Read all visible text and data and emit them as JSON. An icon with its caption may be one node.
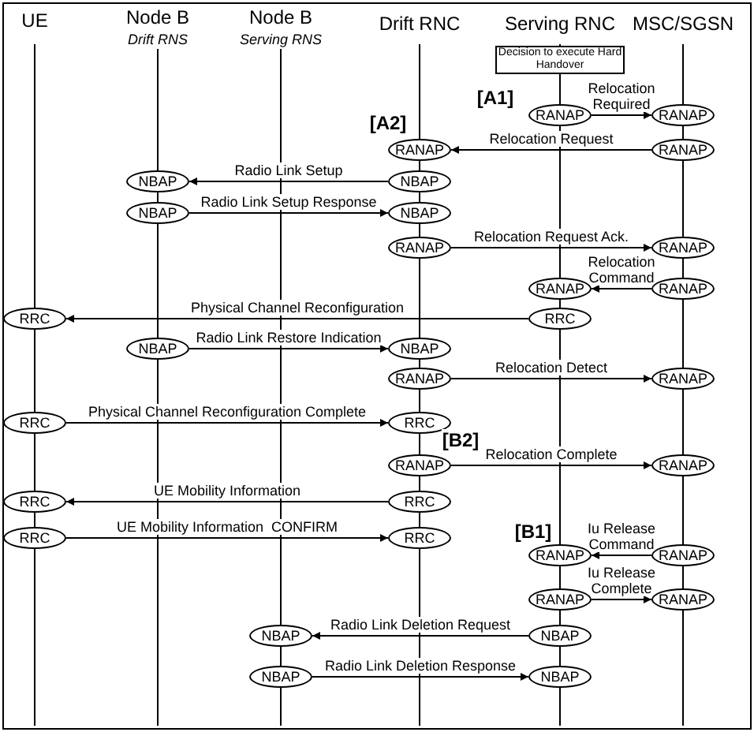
{
  "diagram": {
    "nodes": [
      {
        "text": [
          "Decision to execute Hard Handover"
        ]
      },
      {
        "text": [
          "RANAP"
        ]
      },
      {
        "text": [
          "RANAP"
        ]
      },
      {
        "text": [
          "RANAP"
        ]
      },
      {
        "text": [
          "RANAP"
        ]
      },
      {
        "text": [
          "NBAP"
        ]
      },
      {
        "text": [
          "NBAP"
        ]
      },
      {
        "text": [
          "NBAP"
        ]
      },
      {
        "text": [
          "NBAP"
        ]
      },
      {
        "text": [
          "RANAP"
        ]
      },
      {
        "text": [
          "RANAP"
        ]
      },
      {
        "text": [
          "RANAP"
        ]
      },
      {
        "text": [
          "RANAP"
        ]
      },
      {
        "text": [
          "RRC"
        ]
      },
      {
        "text": [
          "RRC"
        ]
      },
      {
        "text": [
          "NBAP"
        ]
      },
      {
        "text": [
          "NBAP"
        ]
      },
      {
        "text": [
          "RANAP"
        ]
      },
      {
        "text": [
          "RANAP"
        ]
      },
      {
        "text": [
          "RRC"
        ]
      },
      {
        "text": [
          "RRC"
        ]
      },
      {
        "text": [
          "RANAP"
        ]
      },
      {
        "text": [
          "RANAP"
        ]
      },
      {
        "text": [
          "RRC"
        ]
      },
      {
        "text": [
          "RRC"
        ]
      },
      {
        "text": [
          "RRC"
        ]
      },
      {
        "text": [
          "RRC"
        ]
      },
      {
        "text": [
          "RANAP"
        ]
      },
      {
        "text": [
          "RANAP"
        ]
      },
      {
        "text": [
          "RANAP"
        ]
      },
      {
        "text": [
          "RANAP"
        ]
      },
      {
        "text": [
          "NBAP"
        ]
      },
      {
        "text": [
          "NBAP"
        ]
      },
      {
        "text": [
          "NBAP"
        ]
      },
      {
        "text": [
          "NBAP"
        ]
      }
    ],
    "edges": [
      {
        "from": 1,
        "to": 2,
        "arrow": "to",
        "label": "Relocation Required"
      },
      {
        "from": 4,
        "to": 3,
        "arrow": "to",
        "label": "Relocation Request"
      },
      {
        "from": 6,
        "to": 5,
        "arrow": "to",
        "label": "Radio Link Setup"
      },
      {
        "from": 7,
        "to": 8,
        "arrow": "to",
        "label": "Radio Link Setup Response"
      },
      {
        "from": 9,
        "to": 10,
        "arrow": "to",
        "label": "Relocation Request Ack."
      },
      {
        "from": 12,
        "to": 11,
        "arrow": "to",
        "label": "Relocation Command"
      },
      {
        "from": 14,
        "to": 13,
        "arrow": "to",
        "label": "Physical Channel Reconfiguration"
      },
      {
        "from": 15,
        "to": 16,
        "arrow": "to",
        "label": "Radio Link Restore Indication"
      },
      {
        "from": 17,
        "to": 18,
        "arrow": "to",
        "label": "Relocation Detect"
      },
      {
        "from": 19,
        "to": 20,
        "arrow": "to",
        "label": "Physical Channel Reconfiguration Complete"
      },
      {
        "from": 21,
        "to": 22,
        "arrow": "to",
        "label": "Relocation Complete"
      },
      {
        "from": 24,
        "to": 23,
        "arrow": "to",
        "label": "UE Mobility Information"
      },
      {
        "from": 25,
        "to": 26,
        "arrow": "to",
        "label": "UE Mobility Information  CONFIRM"
      },
      {
        "from": 28,
        "to": 27,
        "arrow": "to",
        "label": "Iu Release Command"
      },
      {
        "from": 29,
        "to": 30,
        "arrow": "to",
        "label": "Iu Release Complete"
      },
      {
        "from": 32,
        "to": 31,
        "arrow": "to",
        "label": "Radio Link Deletion Request"
      },
      {
        "from": 33,
        "to": 34,
        "arrow": "to",
        "label": "Radio Link Deletion Response"
      }
    ],
    "labels": [
      "UE",
      "Node B",
      "Drift RNS",
      "Node B",
      "Serving RNS",
      "Drift RNC",
      "Serving RNC",
      "MSC/SGSN",
      "[A1]",
      "[A2]",
      "[B2]",
      "[B1]"
    ]
  }
}
